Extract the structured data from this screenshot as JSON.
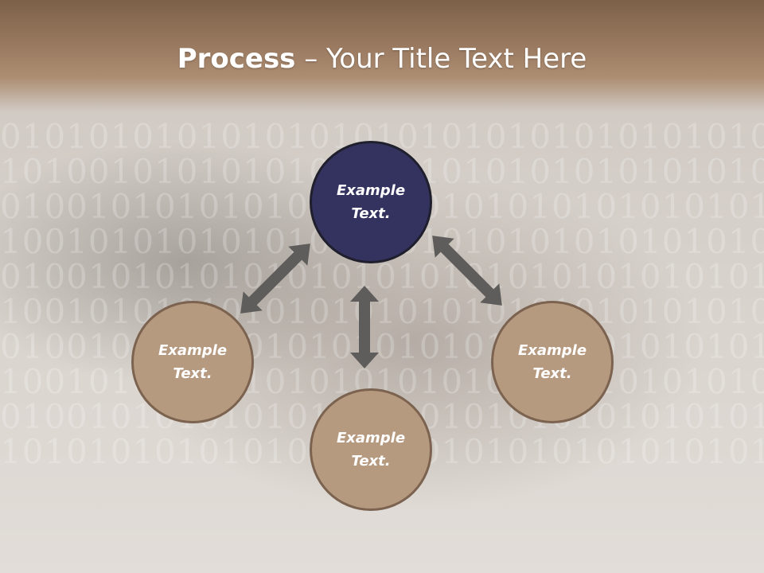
{
  "title": {
    "bold": "Process",
    "rest": " – Your Title Text Here"
  },
  "circles": {
    "top": "Example\nText.",
    "left": "Example\nText.",
    "right": "Example\nText.",
    "bottom": "Example\nText."
  },
  "colors": {
    "header": "#9c7c62",
    "top_circle": "#34335f",
    "tan_circle": "#b69a80",
    "arrow": "#5f5d5b"
  }
}
